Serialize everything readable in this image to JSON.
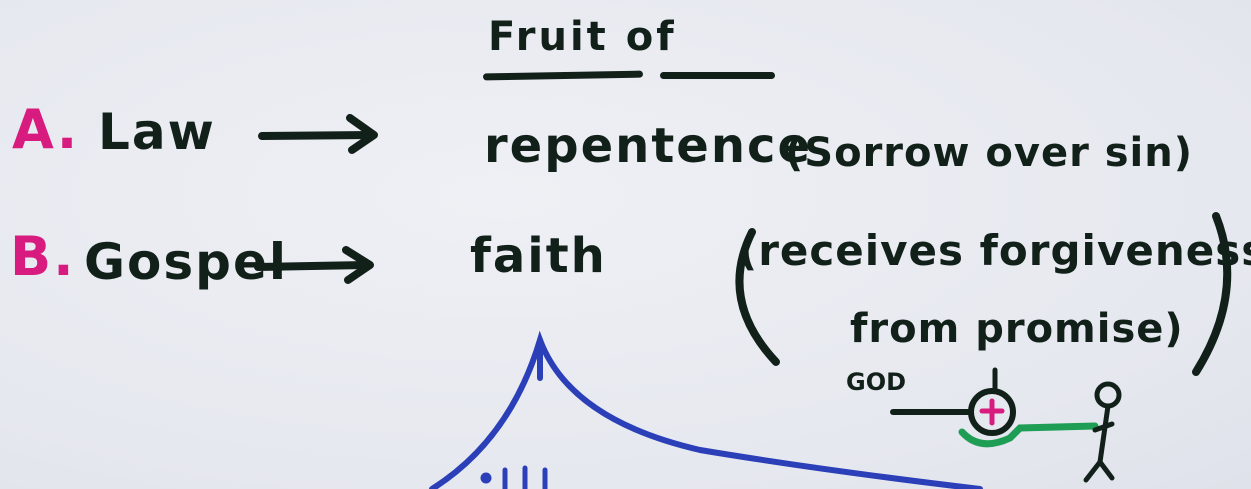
{
  "title": "Fruit of",
  "rows": [
    {
      "letter": "A",
      "dot": ".",
      "topic": "Law",
      "fruit": "repentence",
      "note": "(Sorrow over sin)"
    },
    {
      "letter": "B",
      "dot": ".",
      "topic": "Gospel",
      "fruit": "faith",
      "note_line1": "(receives forgiveness",
      "note_line2": "from promise)"
    }
  ],
  "diagram": {
    "god_label": "GOD"
  },
  "colors": {
    "ink": "#12201a",
    "magenta": "#d81b7e",
    "blue": "#2a3fb8",
    "green": "#1e9e55",
    "board": "#e9ebf1"
  }
}
